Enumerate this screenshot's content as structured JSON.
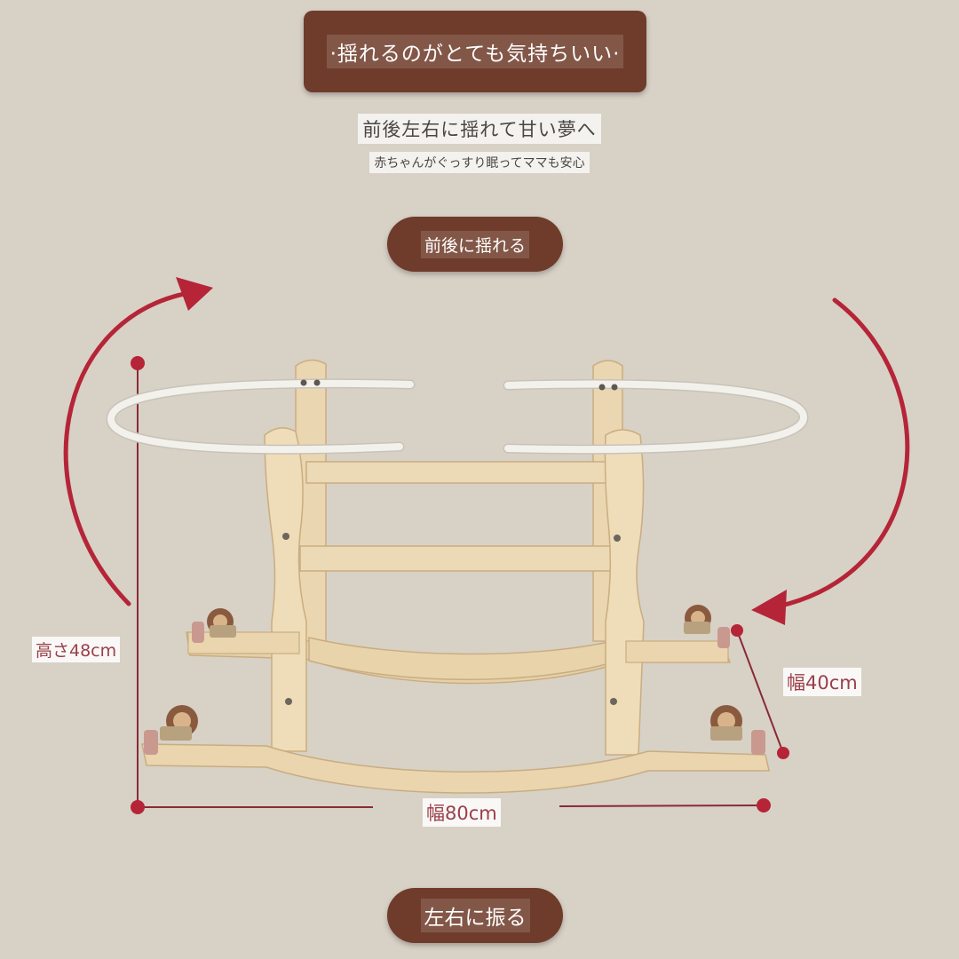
{
  "banner": {
    "text": "·揺れるのがとても気持ちいい·"
  },
  "headline": "前後左右に揺れて甘い夢へ",
  "subline": "赤ちゃんがぐっすり眠ってママも安心",
  "pill_top": "前後に揺れる",
  "pill_bottom": "左右に振る",
  "dimensions": {
    "height": "高さ48cm",
    "width": "幅80cm",
    "depth": "幅40cm"
  },
  "icons": [
    "curved-arrow-left-icon",
    "curved-arrow-right-icon"
  ],
  "colors": {
    "background": "#d8d1c6",
    "brown": "#6f3c2b",
    "accent_red": "#b52537",
    "wood": "#e9d5b0",
    "frame_white": "#f3f1ec"
  }
}
